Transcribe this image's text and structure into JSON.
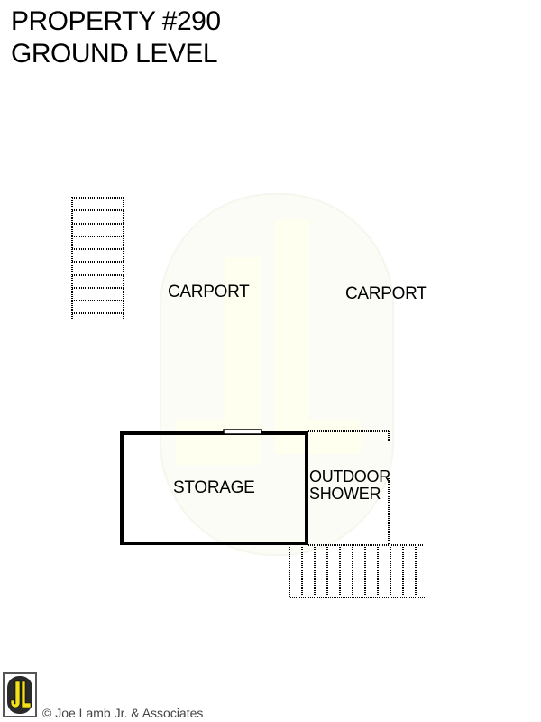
{
  "header": {
    "title_line1": "PROPERTY #290",
    "title_line2": "GROUND LEVEL"
  },
  "floorplan": {
    "rooms": [
      {
        "id": "carport-left",
        "label": "CARPORT"
      },
      {
        "id": "carport-right",
        "label": "CARPORT"
      },
      {
        "id": "storage",
        "label": "STORAGE"
      },
      {
        "id": "outdoor-shower",
        "label_line1": "OUTDOOR",
        "label_line2": "SHOWER"
      }
    ],
    "watermark": {
      "text": "JL",
      "color": "#fffff0"
    }
  },
  "footer": {
    "logo_text": "JL",
    "copyright": "© Joe Lamb Jr. & Associates",
    "logo_colors": {
      "bg": "#2a2a2a",
      "letters": "#f2e01a"
    }
  }
}
